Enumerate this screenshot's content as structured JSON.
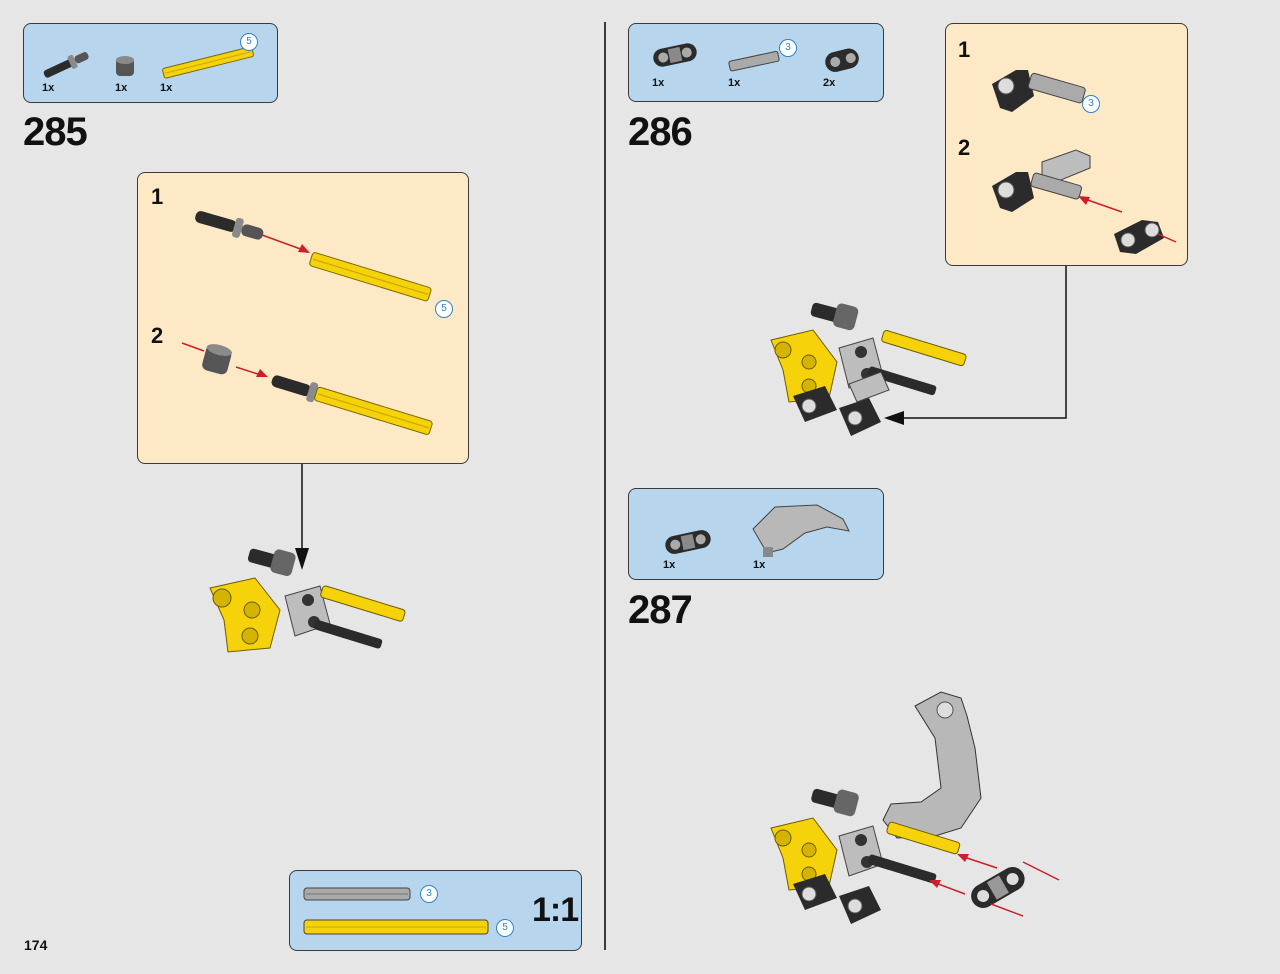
{
  "page": {
    "number": "174",
    "divider_color": "#3a3a3a"
  },
  "colors": {
    "parts_box": "#b7d6ee",
    "sub_box": "#fde9c6",
    "yellow": "#f5d20a",
    "black": "#2b2b2b",
    "grey": "#9a9a9a",
    "arrow_red": "#cc1f2b",
    "badge_blue": "#2a86c6"
  },
  "step285": {
    "number": "285",
    "parts": [
      {
        "icon": "axle-pin-black-icon",
        "qty": "1x"
      },
      {
        "icon": "bush-grey-icon",
        "qty": "1x"
      },
      {
        "icon": "axle-yellow-icon",
        "qty": "1x",
        "length": "5"
      }
    ],
    "sub": [
      {
        "label": "1",
        "length": "5"
      },
      {
        "label": "2"
      }
    ]
  },
  "step286": {
    "number": "286",
    "parts": [
      {
        "icon": "beam-connector-black-icon",
        "qty": "1x"
      },
      {
        "icon": "axle-grey-icon",
        "qty": "1x",
        "length": "3"
      },
      {
        "icon": "liftarm-black-icon",
        "qty": "2x"
      }
    ],
    "sub": [
      {
        "label": "1",
        "length": "3"
      },
      {
        "label": "2"
      }
    ]
  },
  "step287": {
    "number": "287",
    "parts": [
      {
        "icon": "beam-connector-black-icon",
        "qty": "1x"
      },
      {
        "icon": "panel-grey-icon",
        "qty": "1x"
      }
    ]
  },
  "scale": {
    "label": "1:1",
    "items": [
      {
        "icon": "axle-grey-scale-icon",
        "length": "3"
      },
      {
        "icon": "axle-yellow-scale-icon",
        "length": "5"
      }
    ]
  }
}
